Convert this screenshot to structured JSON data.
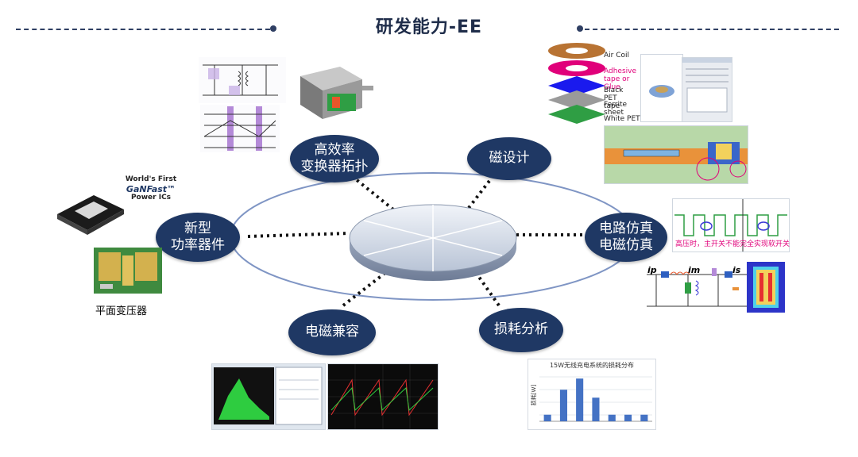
{
  "title": "研发能力-EE",
  "nodes": {
    "topology": [
      "高效率",
      "变换器拓扑"
    ],
    "magnetic": "磁设计",
    "devices": [
      "新型",
      "功率器件"
    ],
    "circuit_sim": [
      "电路仿真",
      "电磁仿真"
    ],
    "emc": "电磁兼容",
    "loss": "损耗分析"
  },
  "captions": {
    "planar": "平面变压器",
    "gan_logo": [
      "World's First",
      "GaNFast™",
      "Power ICs"
    ],
    "coil_layers": [
      "Air Coil",
      "Adhesive tape or Glue",
      "Black PET tape",
      "Ferrite sheet",
      "White PET"
    ],
    "waveform_note": "高压时，主开关不能完全实现软开关",
    "circuit_labels": [
      "ip",
      "im",
      "is"
    ],
    "loss_chart_title": "15W无线充电系统的损耗分布",
    "loss_chart_ylabel": "损耗[W]"
  },
  "chart_data": {
    "type": "bar",
    "title": "15W无线充电系统的损耗分布",
    "ylabel": "损耗[W]",
    "values": [
      0.1,
      0.48,
      0.65,
      0.36,
      0.1,
      0.1,
      0.1
    ],
    "ylim": [
      0,
      0.7
    ]
  },
  "colors": {
    "node": "#1f3864",
    "ellipse": "#7f95c4",
    "accent_magenta": "#e0007a"
  }
}
